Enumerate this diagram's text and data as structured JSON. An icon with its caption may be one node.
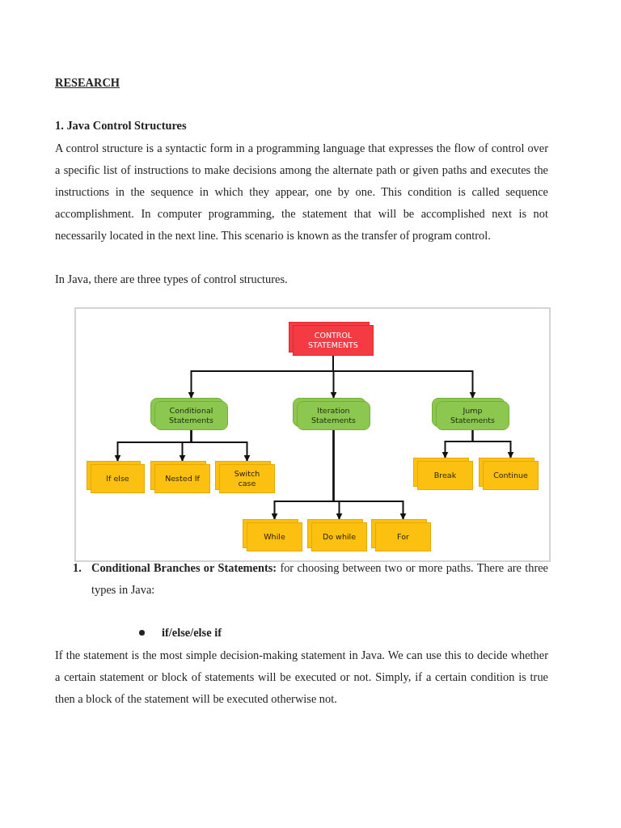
{
  "diagram": {
    "title": "RESEARCH",
    "nodes": [
      {
        "text": [
          "CONTROL STATEMENTS"
        ]
      },
      {
        "text": [
          "Conditional Statements"
        ]
      },
      {
        "text": [
          "Iteration Statements"
        ]
      },
      {
        "text": [
          "Jump Statements"
        ]
      },
      {
        "text": [
          "If else"
        ]
      },
      {
        "text": [
          "Nested If"
        ]
      },
      {
        "text": [
          "Switch case"
        ]
      },
      {
        "text": [
          "Break"
        ]
      },
      {
        "text": [
          "Continue"
        ]
      },
      {
        "text": [
          "While"
        ]
      },
      {
        "text": [
          "Do while"
        ]
      },
      {
        "text": [
          "For"
        ]
      }
    ],
    "edges": [
      {
        "from": 0,
        "to": 1,
        "arrow": "to"
      },
      {
        "from": 0,
        "to": 2,
        "arrow": "to"
      },
      {
        "from": 0,
        "to": 3,
        "arrow": "to"
      },
      {
        "from": 1,
        "to": 4,
        "arrow": "to"
      },
      {
        "from": 1,
        "to": 5,
        "arrow": "to"
      },
      {
        "from": 1,
        "to": 6,
        "arrow": "to"
      },
      {
        "from": 3,
        "to": 7,
        "arrow": "to"
      },
      {
        "from": 3,
        "to": 8,
        "arrow": "to"
      },
      {
        "from": 2,
        "to": 9,
        "arrow": "to"
      },
      {
        "from": 2,
        "to": 10,
        "arrow": "to"
      },
      {
        "from": 2,
        "to": 11,
        "arrow": "to"
      }
    ],
    "labels": [
      "1. Java Control Structures",
      "A control structure is a syntactic form in a programming language that expresses the flow of control over a specific list of instructions to make decisions among the alternate path or given paths and executes the instructions in the sequence in which they appear, one by one. This condition is called sequence accomplishment. In computer programming, the statement that will be accomplished next is not necessarily located in the next line. This scenario is known as the transfer of program control.",
      "In Java, there are three types of control structures.",
      "1.",
      "**Conditional Branches or Statements:** for choosing between two or more paths. There are three types in Java:",
      "if/else/else if",
      "If the statement is the most simple decision-making statement in Java. We can use this to decide whether a certain statement or block of statements will be executed or not. Simply, if a certain condition is true then a block of the statement will be executed otherwise not."
    ]
  }
}
